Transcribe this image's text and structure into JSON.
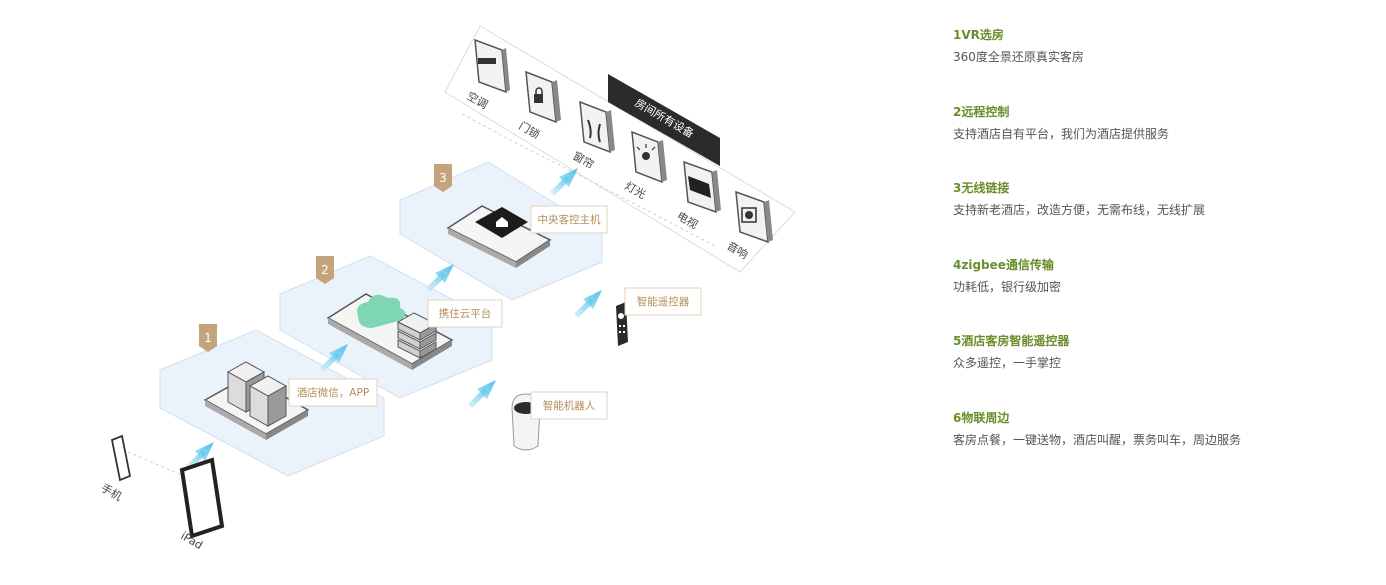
{
  "diagram": {
    "room_devices_banner": "房间所有设备",
    "devices": [
      "空调",
      "门锁",
      "窗帘",
      "灯光",
      "电视",
      "音响"
    ],
    "host_label": "中央客控主机",
    "cloud_label": "携住云平台",
    "hotel_label": "酒店微信，APP",
    "remote_label": "智能遥控器",
    "robot_label": "智能机器人",
    "phone_label": "手机",
    "ipad_label": "iPad",
    "step_badges": [
      "1",
      "2",
      "3"
    ]
  },
  "features": [
    {
      "title": "1VR选房",
      "desc": "360度全景还原真实客房"
    },
    {
      "title": "2远程控制",
      "desc": "支持酒店自有平台，我们为酒店提供服务"
    },
    {
      "title": "3无线链接",
      "desc": "支持新老酒店，改造方便，无需布线，无线扩展"
    },
    {
      "title": "4zigbee通信传输",
      "desc": "功耗低，银行级加密"
    },
    {
      "title": "5酒店客房智能遥控器",
      "desc": "众多遥控，一手掌控"
    },
    {
      "title": "6物联周边",
      "desc": "客房点餐，一键送物，酒店叫醒，票务叫车，周边服务"
    }
  ],
  "colors": {
    "title_green": "#6a8e2a",
    "desc_gray": "#555555",
    "badge_tan": "#c4a47c",
    "arrow_cyan": "#5ec6e6",
    "banner_dark": "#2b2b2b"
  }
}
